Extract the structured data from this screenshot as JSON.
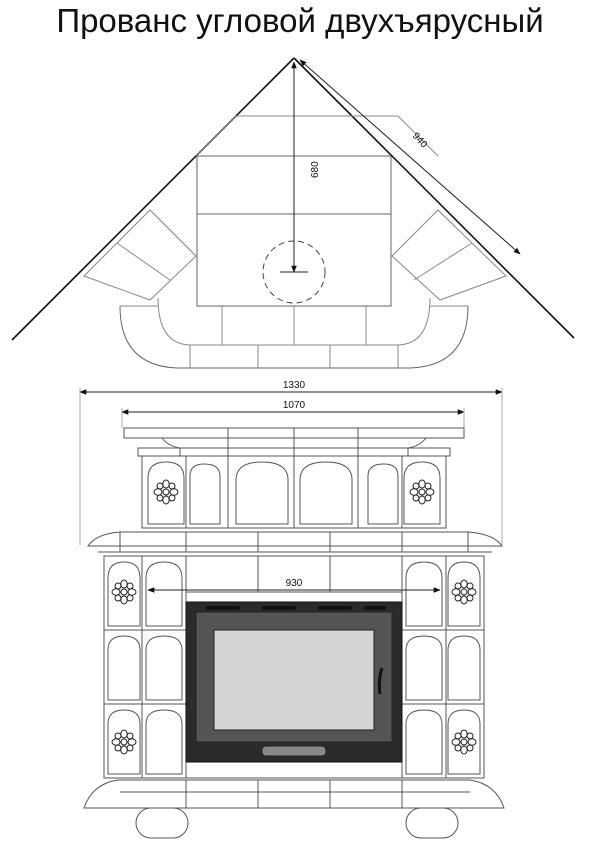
{
  "title": "Прованс угловой двухъярусный",
  "dimensions": {
    "corner_side": "940",
    "depth": "680",
    "total_width": "1330",
    "top_width": "1070",
    "firebox_width": "930"
  }
}
